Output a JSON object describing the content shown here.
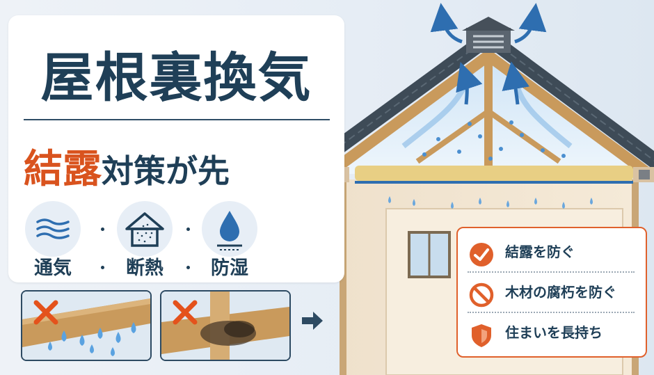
{
  "title": "屋根裏換気",
  "subtitle": {
    "highlight": "結露",
    "rest": "対策が先"
  },
  "features": [
    {
      "label": "通気",
      "icon": "wind-icon"
    },
    {
      "label": "断熱",
      "icon": "insulated-house-icon"
    },
    {
      "label": "防湿",
      "icon": "water-drop-icon"
    }
  ],
  "benefits": [
    {
      "text": "結露を防ぐ",
      "icon": "check-circle-icon"
    },
    {
      "text": "木材の腐朽を防ぐ",
      "icon": "prohibited-icon"
    },
    {
      "text": "住まいを長持ち",
      "icon": "shield-icon"
    }
  ],
  "problems": [
    {
      "name": "condensation-on-wood",
      "icon": "cross-mark-icon"
    },
    {
      "name": "rotting-wood",
      "icon": "cross-mark-icon"
    }
  ],
  "colors": {
    "navy": "#1f3f57",
    "accent": "#d9531e",
    "airflow": "#2e6eb0",
    "panel_border": "#e0602b"
  }
}
